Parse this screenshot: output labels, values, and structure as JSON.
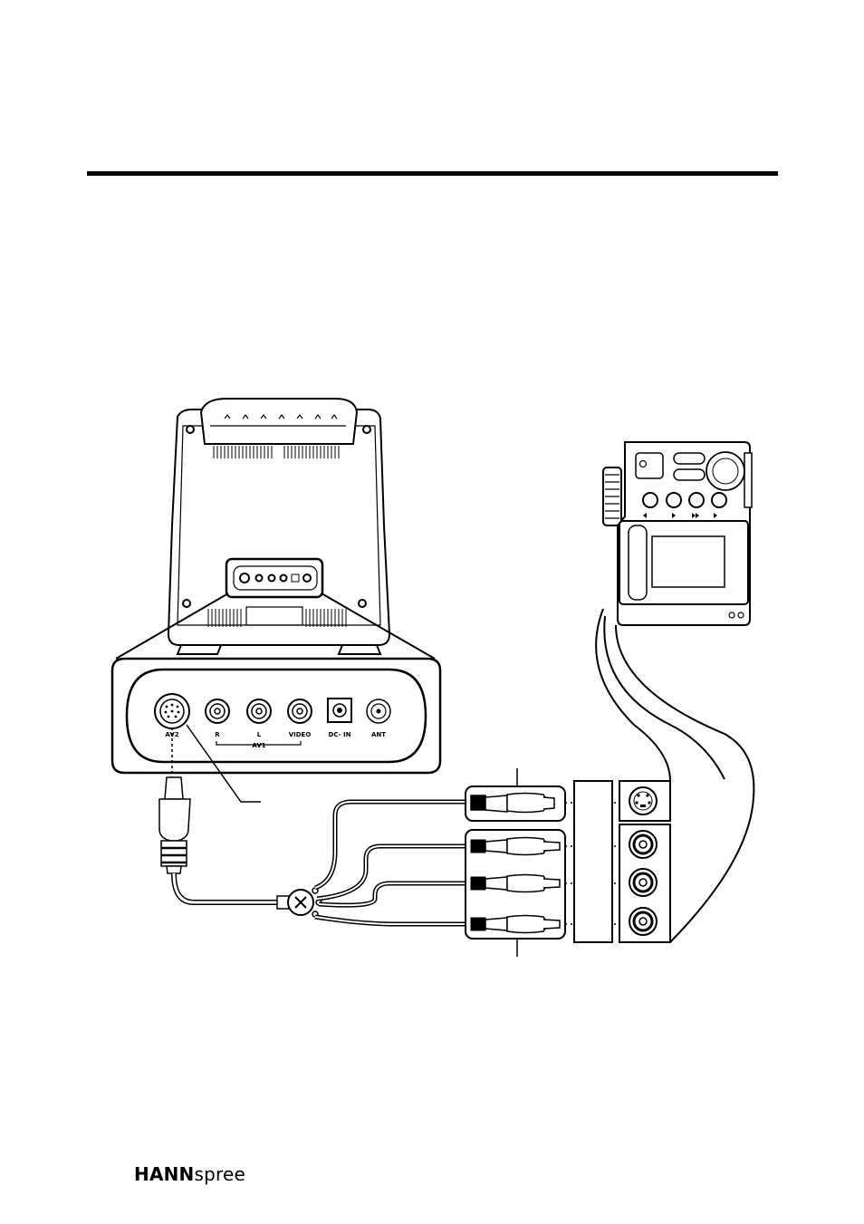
{
  "panel_labels": {
    "av2": "AV2",
    "r": "R",
    "l": "L",
    "video": "VIDEO",
    "av1": "AV1",
    "dc_in": "DC- IN",
    "ant": "ANT"
  },
  "footer": {
    "brand_bold": "HANN",
    "brand_light": "spree"
  }
}
